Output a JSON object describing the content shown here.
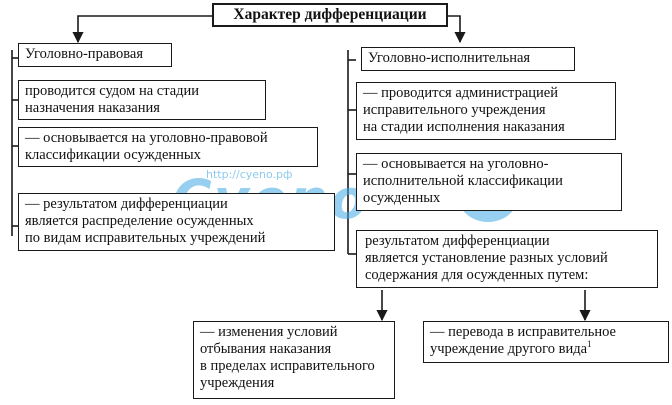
{
  "diagram": {
    "title": "Характер дифференциации",
    "left": {
      "header": "Уголовно-правовая",
      "items": [
        "проводится судом на стадии\nназначения наказания",
        "— основывается на уголовно-правовой\nклассификации осужденных",
        "— результатом дифференциации\nявляется распределение осужденных\nпо видам исправительных учреждений"
      ]
    },
    "right": {
      "header": "Уголовно-исполнительная",
      "items": [
        "— проводится администрацией\nисправительного учреждения\nна стадии исполнения наказания",
        "— основывается на уголовно-\nисполнительной классификации\nосужденных",
        "результатом дифференциации\nявляется установление разных условий\nсодержания для осужденных путем:"
      ],
      "outcomes": [
        {
          "text": "— изменения условий\nотбывания наказания\nв пределах исправительного\nучреждения"
        },
        {
          "text": "— перевода в исправительное\nучреждение другого вида",
          "footnote": "1"
        }
      ]
    }
  },
  "watermark": {
    "url": "http://cyeno.pф",
    "logo_text": "Cyeno"
  },
  "colors": {
    "line": "#1a1a1a",
    "watermark": "#40a8e4"
  }
}
